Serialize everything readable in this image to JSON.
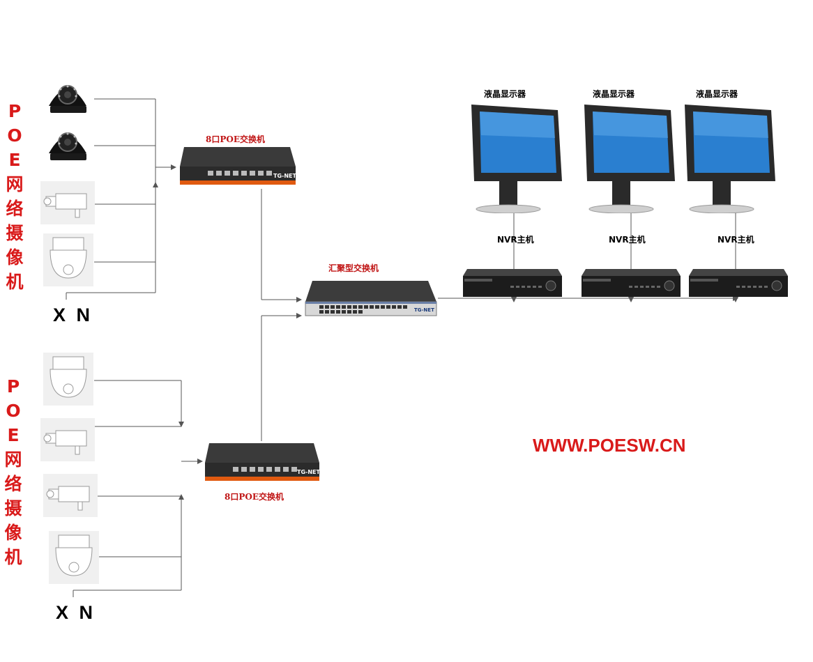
{
  "group_top": {
    "label": "POE网络摄像机",
    "count": "X N"
  },
  "group_bottom": {
    "label": "POE网络摄像机",
    "count": "X N"
  },
  "switch_top": {
    "label": "8口POE交换机",
    "brand": "TG-NET"
  },
  "switch_bottom": {
    "label": "8口POE交换机",
    "brand": "TG-NET"
  },
  "core_switch": {
    "label": "汇聚型交换机",
    "brand": "TG-NET"
  },
  "monitors": [
    {
      "label": "液晶显示器"
    },
    {
      "label": "液晶显示器"
    },
    {
      "label": "液晶显示器"
    }
  ],
  "nvrs": [
    {
      "label": "NVR主机"
    },
    {
      "label": "NVR主机"
    },
    {
      "label": "NVR主机"
    }
  ],
  "website": "WWW.POESW.CN",
  "colors": {
    "label_red": "#d91a1a",
    "wire": "#555555",
    "screen_blue": "#2a7fd0",
    "switch_orange": "#e05a10"
  }
}
